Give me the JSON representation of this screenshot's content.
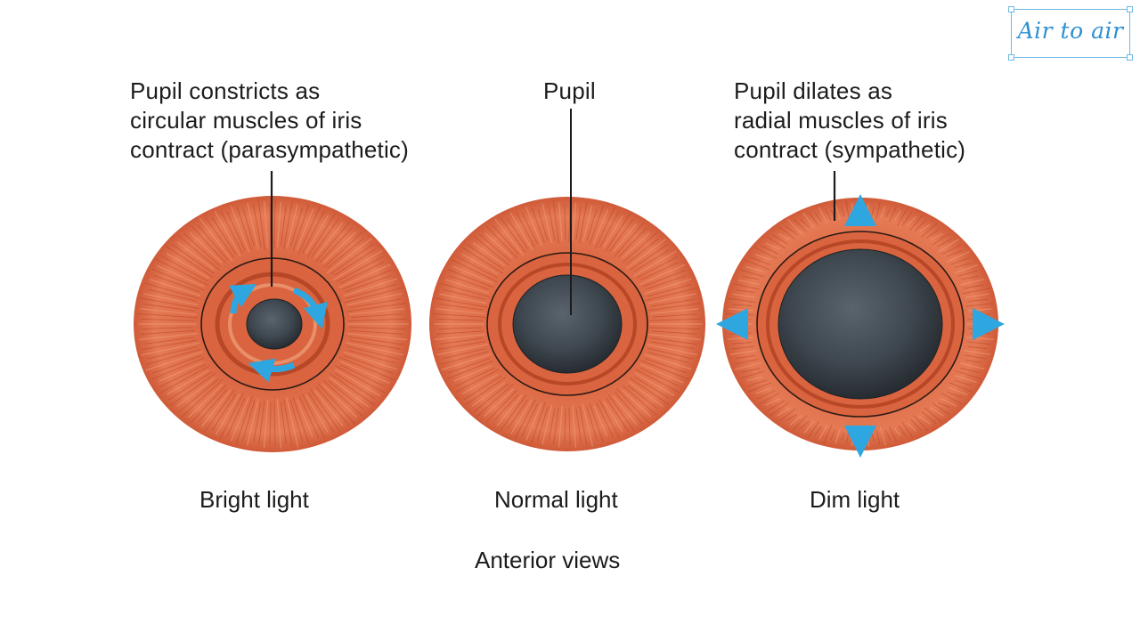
{
  "labels": {
    "constrict": "Pupil constricts as\ncircular muscles of iris\ncontract (parasympathetic)",
    "pupil": "Pupil",
    "dilate": "Pupil dilates as\nradial muscles of iris\ncontract (sympathetic)"
  },
  "captions": {
    "bright": "Bright light",
    "normal": "Normal light",
    "dim": "Dim light",
    "views": "Anterior views"
  },
  "logo": {
    "text": "Air to air"
  },
  "colors": {
    "iris": "#dd6a46",
    "iris_dark": "#a83a1e",
    "iris_light": "#f0a17c",
    "pupil": "#3b444c",
    "arrow": "#2ea6e0",
    "logo": "#2f8fd0"
  },
  "icons": [
    "clockwise-arrow-icon",
    "outward-arrow-icon"
  ]
}
